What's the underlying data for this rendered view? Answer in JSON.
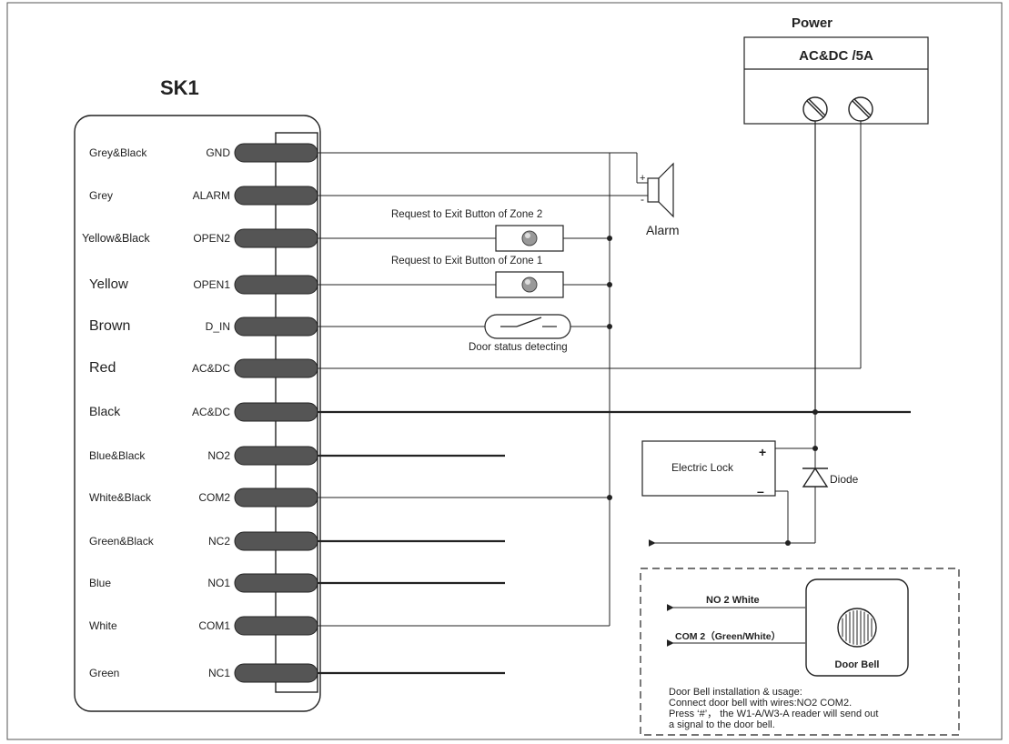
{
  "controller": {
    "title": "SK1",
    "terminals": [
      {
        "color_label": "Grey&Black",
        "pin": "GND"
      },
      {
        "color_label": "Grey",
        "pin": "ALARM"
      },
      {
        "color_label": "Yellow&Black",
        "pin": "OPEN2"
      },
      {
        "color_label": "Yellow",
        "pin": "OPEN1"
      },
      {
        "color_label": "Brown",
        "pin": "D_IN"
      },
      {
        "color_label": "Red",
        "pin": "AC&DC"
      },
      {
        "color_label": "Black",
        "pin": "AC&DC"
      },
      {
        "color_label": "Blue&Black",
        "pin": "NO2"
      },
      {
        "color_label": "White&Black",
        "pin": "COM2"
      },
      {
        "color_label": "Green&Black",
        "pin": "NC2"
      },
      {
        "color_label": "Blue",
        "pin": "NO1"
      },
      {
        "color_label": "White",
        "pin": "COM1"
      },
      {
        "color_label": "Green",
        "pin": "NC1"
      }
    ]
  },
  "power": {
    "title": "Power",
    "rating": "AC&DC /5A"
  },
  "alarm": {
    "label": "Alarm",
    "plus": "+",
    "minus": "-"
  },
  "exit_button_2": {
    "label": "Request to Exit Button of Zone 2"
  },
  "exit_button_1": {
    "label": "Request to Exit Button of Zone 1"
  },
  "door_status": {
    "label": "Door status detecting"
  },
  "lock": {
    "label": "Electric Lock",
    "plus": "+",
    "minus": "–"
  },
  "diode": {
    "label": "Diode"
  },
  "door_bell": {
    "label": "Door Bell",
    "wire_no2": "NO 2 White",
    "wire_com2": "COM 2（Green/White）",
    "notes": [
      "Door Bell installation & usage:",
      "Connect door bell with wires:NO2 COM2.",
      "Press ‘#’， the W1-A/W3-A reader will send out",
      "a signal to the door bell."
    ]
  }
}
